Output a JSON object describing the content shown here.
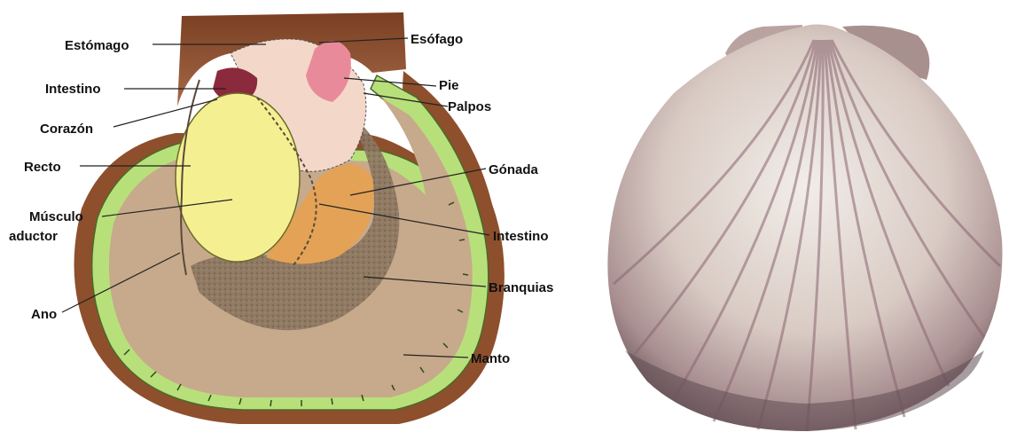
{
  "labels": {
    "estomago": "Estómago",
    "esofago": "Esófago",
    "intestino_top": "Intestino",
    "pie": "Pie",
    "palpos": "Palpos",
    "corazon": "Corazón",
    "recto": "Recto",
    "gonada": "Gónada",
    "musculo_line1": "Músculo",
    "musculo_line2": "aductor",
    "intestino_right": "Intestino",
    "branquias": "Branquias",
    "ano": "Ano",
    "manto": "Manto"
  }
}
